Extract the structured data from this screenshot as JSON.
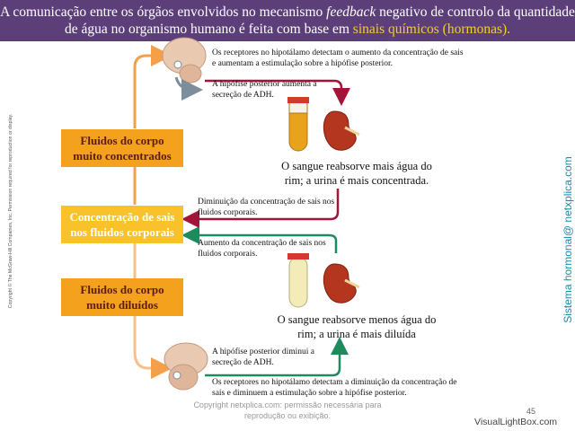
{
  "header": {
    "part1": "A comunicação entre os órgãos envolvidos no mecanismo ",
    "italic": "feedback",
    "part2": " negativo de controlo da quantidade de água no organismo humano é feita com base em ",
    "highlight": "sinais químicos (hormonas).",
    "highlight_color": "#f3cf2a",
    "bg_color": "#5c3f78"
  },
  "boxes": {
    "concentrated": "Fluidos do corpo muito concentrados",
    "concentration": "Concentração de sais nos fluidos corporais",
    "diluted": "Fluidos do corpo muito diluídos"
  },
  "labels": {
    "receptors_top": "Os receptores no hipotálamo detectam o aumento da concentração de sais e aumentam a estimulação sobre a hipófise posterior.",
    "adh_increase": "A hipófise posterior aumenta a secreção de ADH.",
    "blood_more": "O sangue reabsorve mais água do rim; a urina é mais concentrada.",
    "decrease_conc": "Diminuição da concentração de sais nos fluidos corporais.",
    "increase_conc": "Aumento da concentração de sais nos fluidos corporais.",
    "blood_less": "O sangue reabsorve menos água do rim; a urina é mais diluída",
    "adh_decrease": "A hipófise posterior diminui a secreção de ADH.",
    "receptors_bottom": "Os receptores no hipotálamo detectam a diminuição da concentração de sais e diminuem a estimulação sobre a hipófise posterior."
  },
  "copyright_vertical": "Copyright © The McGraw-Hill Companies, Inc. Permission required for reproduction or display.",
  "side_label": "Sistema hormonal@ netxplica.com",
  "watermark": "Copyright netxplica.com: permissão necessária para reprodução ou exibição.",
  "page_number": "45",
  "visuallightbox": "VisualLightBox.com",
  "colors": {
    "orange_arrow": "#f4a04a",
    "crimson_arrow": "#a3143b",
    "green_arrow": "#1f8a5e",
    "box_dark": "#f4a21e",
    "box_light": "#f9c22a",
    "urine_concentrated": "#e8a21c",
    "urine_diluted": "#f4ecb8",
    "kidney": "#b5361f"
  },
  "icons": [
    "brain-pituitary-icon",
    "test-tube-icon",
    "kidney-icon",
    "arrow-icon"
  ]
}
